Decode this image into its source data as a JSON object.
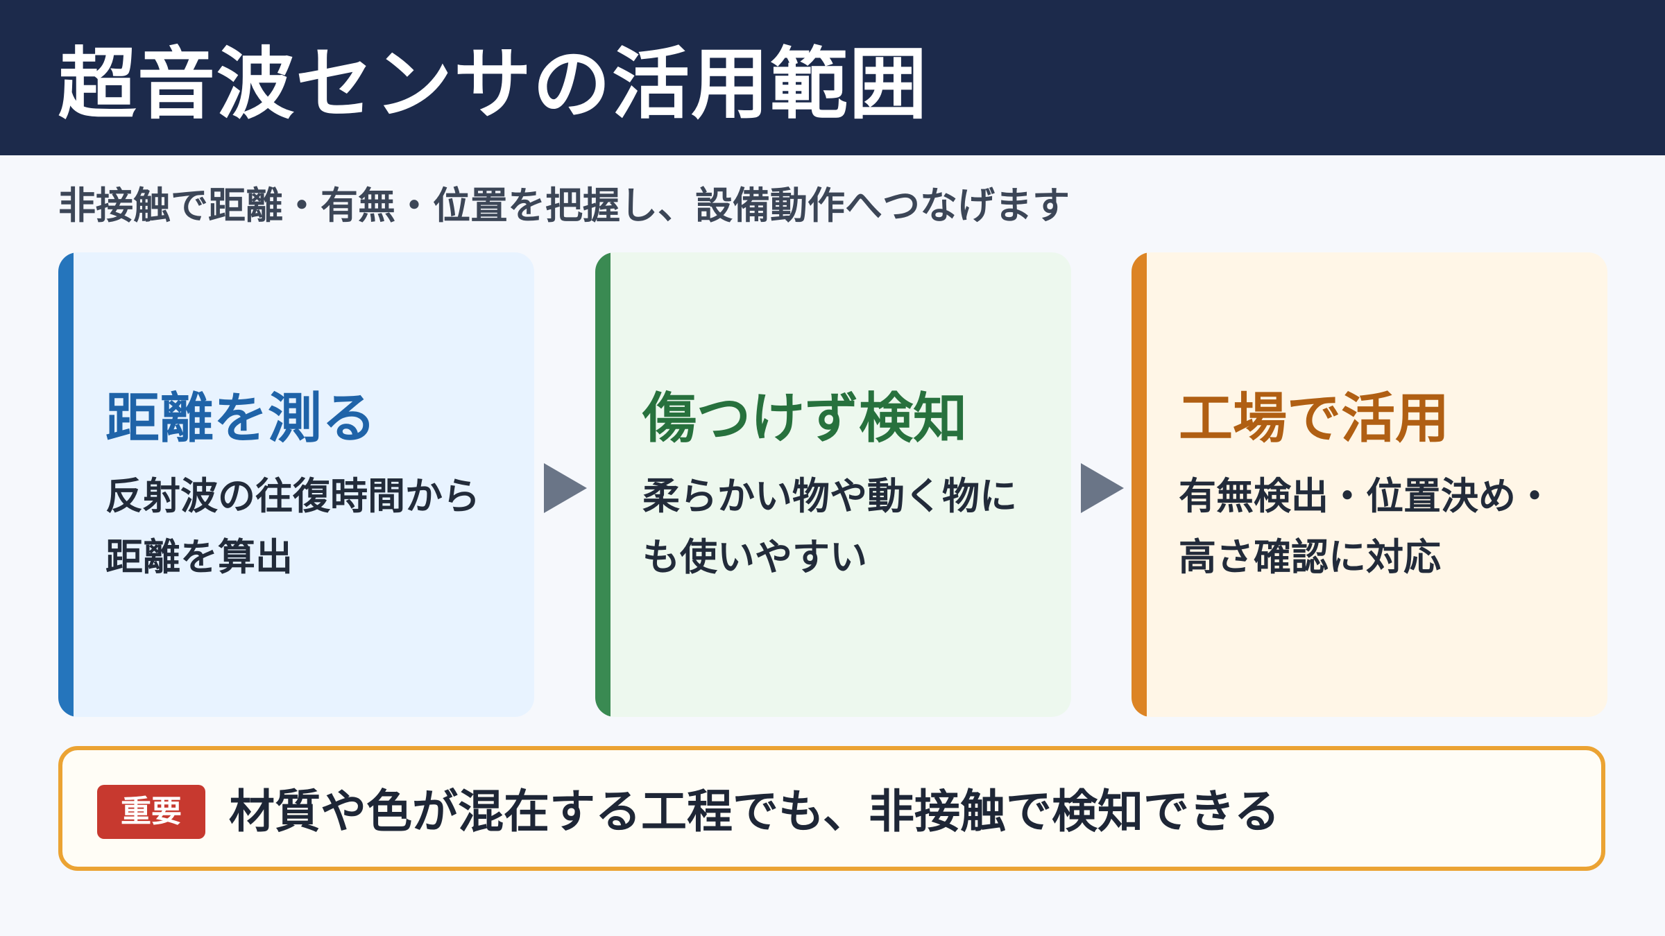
{
  "slide": {
    "title": "超音波センサの活用範囲",
    "subtitle": "非接触で距離・有無・位置を把握し、設備動作へつなげます"
  },
  "cards": [
    {
      "title": "距離を測る",
      "body_lines": [
        "反射波の往復時間から",
        "距離を算出"
      ],
      "accent_color": "#2575bc"
    },
    {
      "title": "傷つけず検知",
      "body_lines": [
        "柔らかい物や動く物に",
        "も使いやすい"
      ],
      "accent_color": "#3a8a52"
    },
    {
      "title": "工場で活用",
      "body_lines": [
        "有無検出・位置決め・",
        "高さ確認に対応"
      ],
      "accent_color": "#dc8424"
    }
  ],
  "callout": {
    "badge": "重要",
    "text": "材質や色が混在する工程でも、非接触で検知できる",
    "border_color": "#eba333",
    "badge_color": "#c7392f"
  },
  "colors": {
    "header_bg": "#1c2a4b",
    "page_bg": "#f6f8fc"
  },
  "icons": [
    "arrow-right-icon",
    "arrow-right-icon"
  ]
}
